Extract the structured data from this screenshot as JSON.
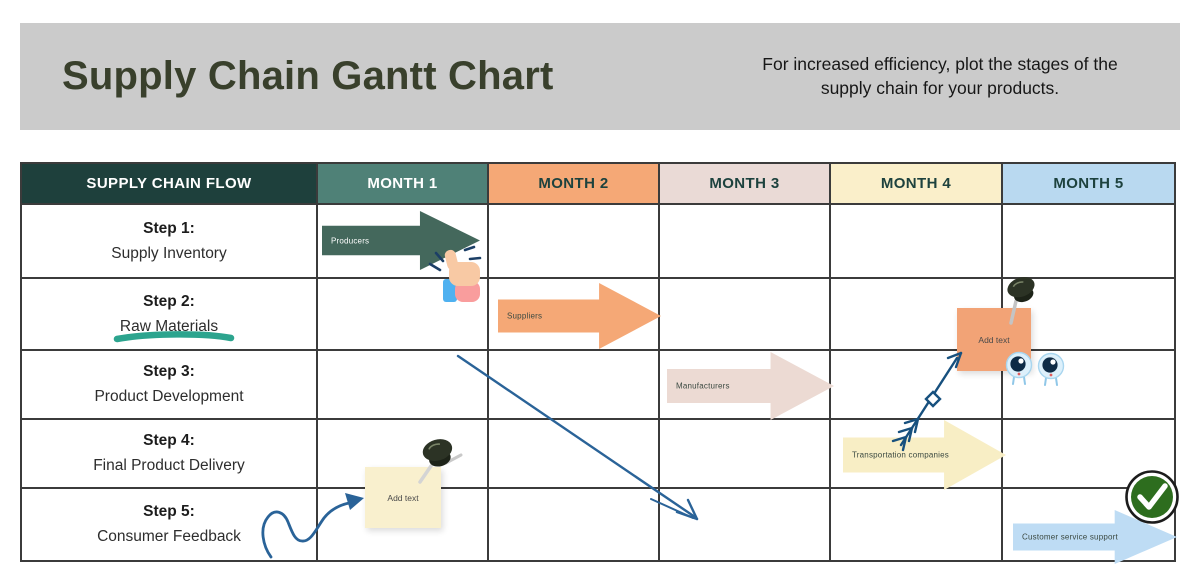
{
  "banner": {
    "title": "Supply Chain Gantt Chart",
    "subtitle": "For increased efficiency, plot the stages of the supply chain for your products."
  },
  "table": {
    "flow_header": "SUPPLY CHAIN FLOW",
    "months": [
      "MONTH 1",
      "MONTH 2",
      "MONTH 3",
      "MONTH 4",
      "MONTH 5"
    ],
    "steps": [
      {
        "label": "Step 1:",
        "name": "Supply Inventory"
      },
      {
        "label": "Step 2:",
        "name": "Raw Materials"
      },
      {
        "label": "Step 3:",
        "name": "Product Development"
      },
      {
        "label": "Step 4:",
        "name": "Final Product Delivery"
      },
      {
        "label": "Step 5:",
        "name": "Consumer Feedback"
      }
    ]
  },
  "arrows": [
    {
      "label": "Producers",
      "row": "Step 1",
      "month": "MONTH 1",
      "color": "#44685c"
    },
    {
      "label": "Suppliers",
      "row": "Step 2",
      "month": "MONTH 2",
      "color": "#f5a876"
    },
    {
      "label": "Manufacturers",
      "row": "Step 3",
      "month": "MONTH 3",
      "color": "#ecdad3"
    },
    {
      "label": "Transportation companies",
      "row": "Step 4",
      "month": "MONTH 4",
      "color": "#f8eec5"
    },
    {
      "label": "Customer service support",
      "row": "Step 5",
      "month": "MONTH 5",
      "color": "#bedcf4"
    }
  ],
  "stickies": [
    {
      "text": "Add text",
      "color": "#f2a376",
      "location": "between MONTH 4 and MONTH 5, Step 2-3"
    },
    {
      "text": "Add text",
      "color": "#f9f0ce",
      "location": "MONTH 1, Step 4-5"
    }
  ],
  "stickers": [
    "thumbs-up-sticker",
    "pushpin-icon",
    "googly-eyes-sticker",
    "check-mark-badge",
    "teal-highlight-underline",
    "hand-drawn-diagonal-arrow",
    "hand-drawn-archery-arrow",
    "hand-drawn-squiggle-arrow"
  ],
  "colors": {
    "banner_bg": "#cbcbcb",
    "title_text": "#39402c",
    "grid_line": "#3b3b3b",
    "header_flow_bg": "#1e403c",
    "month1_bg": "#4f8177",
    "month2_bg": "#f5a876",
    "month3_bg": "#eadad6",
    "month4_bg": "#faefca",
    "month5_bg": "#b9d9f0",
    "doodle_blue": "#2a6398",
    "underline_teal": "#2ca48e",
    "check_green": "#2d6d1e"
  },
  "chart_data": {
    "type": "table",
    "title": "Supply Chain Gantt Chart",
    "columns": [
      "SUPPLY CHAIN FLOW",
      "MONTH 1",
      "MONTH 2",
      "MONTH 3",
      "MONTH 4",
      "MONTH 5"
    ],
    "rows": [
      {
        "step": "Step 1: Supply Inventory",
        "bar_month": "MONTH 1",
        "bar_label": "Producers"
      },
      {
        "step": "Step 2: Raw Materials",
        "bar_month": "MONTH 2",
        "bar_label": "Suppliers"
      },
      {
        "step": "Step 3: Product Development",
        "bar_month": "MONTH 3",
        "bar_label": "Manufacturers"
      },
      {
        "step": "Step 4: Final Product Delivery",
        "bar_month": "MONTH 4",
        "bar_label": "Transportation companies"
      },
      {
        "step": "Step 5: Consumer Feedback",
        "bar_month": "MONTH 5",
        "bar_label": "Customer service support"
      }
    ]
  }
}
